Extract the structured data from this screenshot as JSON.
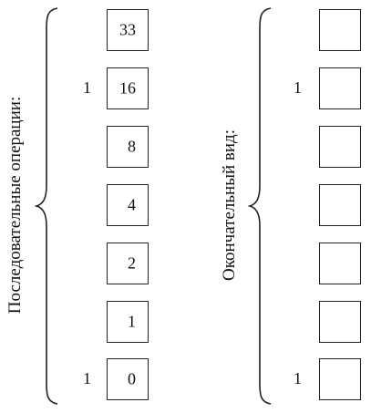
{
  "left": {
    "label": "Последовательные операции:",
    "rows": [
      {
        "side": "",
        "box": "33"
      },
      {
        "side": "1",
        "box": "16"
      },
      {
        "side": "",
        "box": "8"
      },
      {
        "side": "",
        "box": "4"
      },
      {
        "side": "",
        "box": "2"
      },
      {
        "side": "",
        "box": "1"
      },
      {
        "side": "1",
        "box": "0"
      }
    ]
  },
  "right": {
    "label": "Окончательный вид:",
    "rows": [
      {
        "side": "",
        "box": ""
      },
      {
        "side": "1",
        "box": ""
      },
      {
        "side": "",
        "box": ""
      },
      {
        "side": "",
        "box": ""
      },
      {
        "side": "",
        "box": ""
      },
      {
        "side": "",
        "box": ""
      },
      {
        "side": "1",
        "box": ""
      }
    ]
  }
}
